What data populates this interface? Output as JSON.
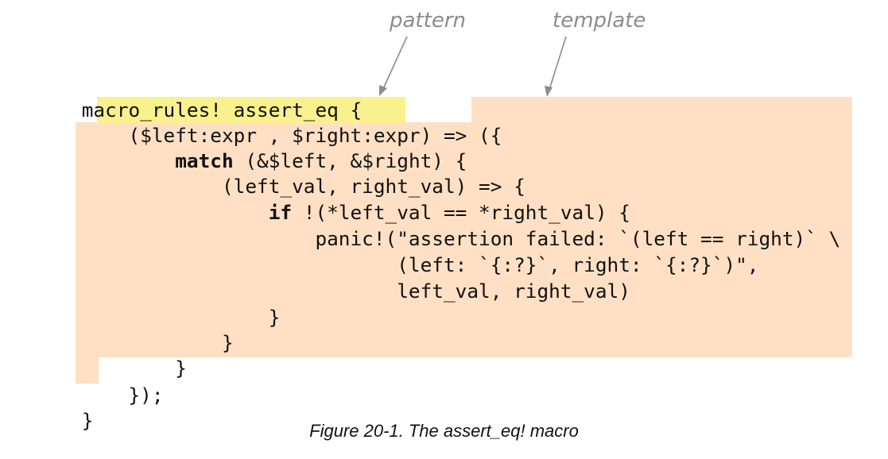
{
  "annotations": {
    "pattern_label": "pattern",
    "template_label": "template"
  },
  "code": {
    "line1": "macro_rules! assert_eq {",
    "line2_open": "    (",
    "line2_pattern": "$left:expr , $right:expr",
    "line2_close": ") => ({",
    "line3_indent": "        ",
    "line3_keyword": "match",
    "line3_rest": " (&$left, &$right) {",
    "line4": "            (left_val, right_val) => {",
    "line5_indent": "                ",
    "line5_keyword": "if",
    "line5_rest": " !(*left_val == *right_val) {",
    "line6": "                    panic!(\"assertion failed: `(left == right)` \\",
    "line7": "                           (left: `{:?}`, right: `{:?}`)\",",
    "line8": "                           left_val, right_val)",
    "line9": "                }",
    "line10": "            }",
    "line11": "        }",
    "line12": "    });",
    "line13": "}"
  },
  "caption": "Figure 20-1. The assert_eq! macro",
  "colors": {
    "template_highlight": "#ffe0c4",
    "pattern_highlight": "#f9f18e",
    "annotation": "#8c8c8c"
  }
}
